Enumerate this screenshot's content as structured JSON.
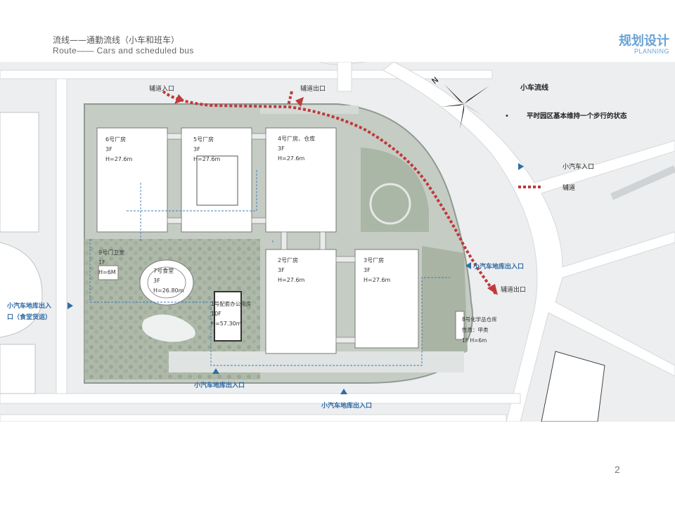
{
  "header": {
    "title_cn": "流线——通勤流线（小车和班车）",
    "title_en": "Route—— Cars and scheduled bus",
    "brand_cn": "规划设计",
    "brand_en": "PLANNING"
  },
  "page_number": "2",
  "buildings": {
    "b6": {
      "name": "6号厂房",
      "floors": "3F",
      "height": "H=27.6m"
    },
    "b5": {
      "name": "5号厂房",
      "floors": "3F",
      "height": "H=27.6m"
    },
    "b4": {
      "name": "4号厂房、仓库",
      "floors": "3F",
      "height": "H=27.6m"
    },
    "b2": {
      "name": "2号厂房",
      "floors": "3F",
      "height": "H=27.6m"
    },
    "b3": {
      "name": "3号厂房",
      "floors": "3F",
      "height": "H=27.6m"
    },
    "b9": {
      "name": "9号门卫室",
      "floors": "1F",
      "height": "H=6M"
    },
    "b7": {
      "name": "7号食堂",
      "floors": "3F",
      "height": "H=26.80m"
    },
    "b1": {
      "name": "1号配套办公用房",
      "floors": "10F",
      "height": "H=57.30m"
    },
    "b8": {
      "name": "8号化学品仓库",
      "nature": "性质：甲类",
      "floors_height": "1F H=6m"
    }
  },
  "labels": {
    "aux_entrance": "辅道入口",
    "aux_exit_top": "辅道出口",
    "aux_exit_right": "辅道出口",
    "garage_right": "小汽车地库出入口",
    "garage_left_1": "小汽车地库出入",
    "garage_left_2": "口（食堂货运）",
    "garage_bottom_1": "小汽车地库出入口",
    "garage_bottom_2": "小汽车地库出入口"
  },
  "legend": {
    "title": "小车流线",
    "note": "平时园区基本维持一个步行的状态",
    "bullet": "•",
    "car_entry": "小汽车入口",
    "aux_road": "辅道"
  },
  "north": {
    "label": "N"
  },
  "colors": {
    "route_red": "#c0393b",
    "entry_arrow": "#2f6ea7",
    "garage_label": "#2e6aa5",
    "site_green": "#b7c2b2",
    "building_fill": "#ffffff",
    "road": "#e6e8ea",
    "pavement": "#d0d5d3"
  }
}
